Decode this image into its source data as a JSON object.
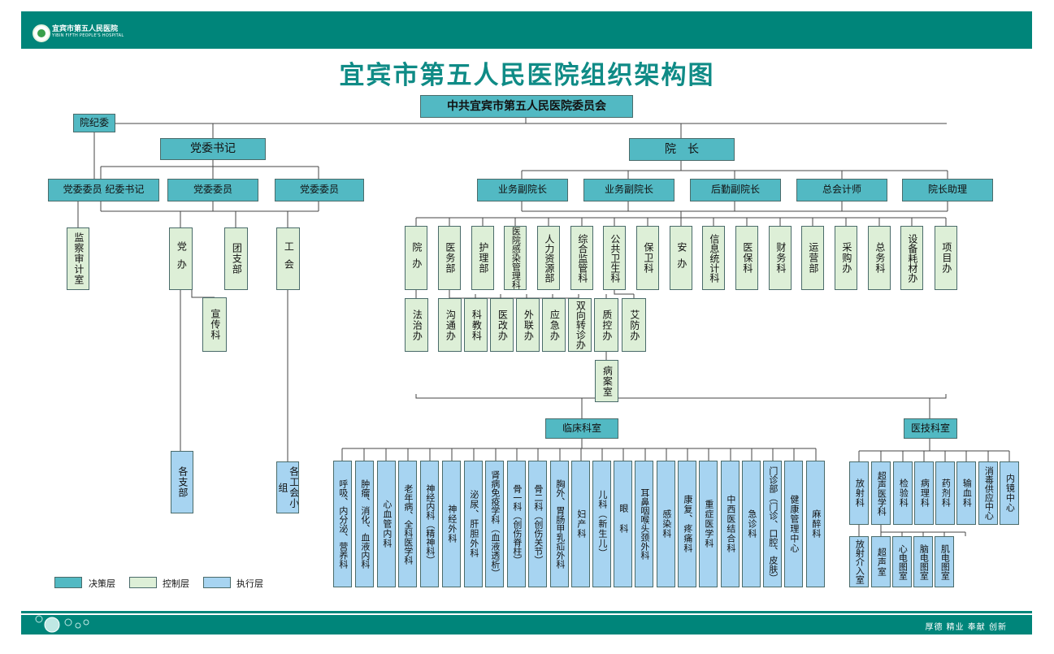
{
  "header": {
    "hospital_name": "宜宾市第五人民医院",
    "hospital_name_en": "YIBIN FIFTH PEOPLE'S HOSPITAL",
    "title": "宜宾市第五人民医院组织架构图"
  },
  "footer": {
    "motto": "厚德 精业 奉献 创新"
  },
  "colors": {
    "decision": "#52b9c3",
    "control": "#ddefd7",
    "execute": "#a7d4f1",
    "brand": "#00857a",
    "title": "#0f8b86"
  },
  "legend": [
    {
      "label": "决策层",
      "color": "#52b9c3"
    },
    {
      "label": "控制层",
      "color": "#ddefd7"
    },
    {
      "label": "执行层",
      "color": "#a7d4f1"
    }
  ],
  "org": {
    "committee": "中共宜宾市第五人民医院委员会",
    "discipline": "院纪委",
    "party_secretary": "党委书记",
    "president": "院　长",
    "party_members": [
      "党委委员 纪委书记",
      "党委委员",
      "党委委员"
    ],
    "vice_presidents": [
      "业务副院长",
      "业务副院长",
      "后勤副院长",
      "总会计师",
      "院长助理"
    ],
    "party_depts": {
      "audit": "监察审计室",
      "party_office": "党办",
      "youth": "团支部",
      "union": "工会",
      "publicity": "宣传科",
      "branches": "各支部",
      "union_groups": "各工会小组"
    },
    "admin_depts": [
      "院办",
      "医务部",
      "护理部",
      "医院感染管理科",
      "人力资源部",
      "综合监管科",
      "公共卫生科",
      "保卫科",
      "安办",
      "信息统计科",
      "医保科",
      "财务科",
      "运营部",
      "采购办",
      "总务科",
      "设备耗材办",
      "项目办"
    ],
    "admin_sub": {
      "legal": "法治办",
      "communication": "沟通办",
      "education": "科教科",
      "reform": "医改办",
      "external": "外联办",
      "emergency": "应急办",
      "referral": "双向转诊办",
      "quality": "质控办",
      "aids": "艾防办",
      "records": "病案室"
    },
    "clinical_label": "临床科室",
    "medtech_label": "医技科室",
    "clinical_depts": [
      "呼吸、内分泌、营养科",
      "肿瘤、消化、血液内科",
      "心血管内科",
      "老年病、全科医学科",
      "神经内科（精神科）",
      "神经外科",
      "泌尿、肝胆外科",
      "肾病免疫学科（血液透析）",
      "骨一科（创伤脊柱）",
      "骨二科（创伤关节）",
      "胸外、胃肠甲乳疝外科",
      "妇产科",
      "儿科（新生儿）",
      "眼科",
      "耳鼻咽喉头颈外科",
      "感染科",
      "康复、疼痛科",
      "重症医学科",
      "中西医结合科",
      "急诊科",
      "门诊部（门诊、口腔、皮肤）",
      "健康管理中心",
      "麻醉科"
    ],
    "medtech_depts": [
      "放射科",
      "超声医学科",
      "检验科",
      "病理科",
      "药剂科",
      "输血科",
      "消毒供应中心",
      "内镜中心"
    ],
    "medtech_sub": [
      "放射介入室",
      "超声室",
      "心电图室",
      "脑电图室",
      "肌电图室"
    ]
  }
}
